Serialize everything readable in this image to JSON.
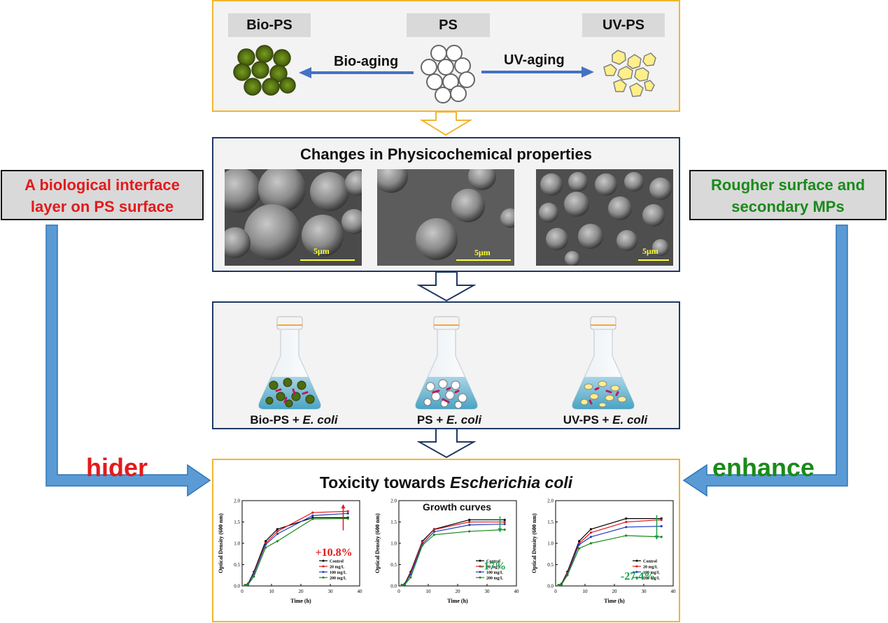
{
  "top_panel": {
    "labels": [
      "Bio-PS",
      "PS",
      "UV-PS"
    ],
    "arrow_left": "Bio-aging",
    "arrow_right": "UV-aging"
  },
  "physchem_panel": {
    "title": "Changes in Physicochemical  properties",
    "scale_label": "5μm"
  },
  "side_left": {
    "text_line1": "A biological interface",
    "text_line2": "layer on PS surface",
    "effect": "hider",
    "color": "#e31a1c"
  },
  "side_right": {
    "text_line1": "Rougher surface and",
    "text_line2": "secondary MPs",
    "effect": "enhance",
    "color": "#1a8a1a"
  },
  "flask_panel": {
    "flasks": [
      {
        "label": "Bio-PS + ",
        "italic": "E. coli"
      },
      {
        "label": "PS + ",
        "italic": "E. coli"
      },
      {
        "label": "UV-PS + ",
        "italic": "E. coli"
      }
    ]
  },
  "toxicity_panel": {
    "title_prefix": "Toxicity towards ",
    "title_italic": "Escherichia coli",
    "chart_title": "Growth curves"
  },
  "chart_data": [
    {
      "type": "line",
      "xlabel": "Time (h)",
      "ylabel": "Optical Density (600 nm)",
      "xlim": [
        0,
        40
      ],
      "ylim": [
        0,
        2.0
      ],
      "xticks": [
        0,
        10,
        20,
        30,
        40
      ],
      "yticks": [
        0.0,
        0.5,
        1.0,
        1.5,
        2.0
      ],
      "annotation": "+10.8%",
      "annotation_color": "#e31a1c",
      "arrow": "up",
      "x": [
        1,
        2,
        4,
        8,
        12,
        24,
        36
      ],
      "series": [
        {
          "name": "Control",
          "color": "#000000",
          "values": [
            0.02,
            0.05,
            0.33,
            1.05,
            1.33,
            1.6,
            1.6
          ]
        },
        {
          "name": "20 mg/L",
          "color": "#e31a1c",
          "values": [
            0.02,
            0.04,
            0.3,
            1.0,
            1.28,
            1.72,
            1.75
          ]
        },
        {
          "name": "100 mg/L",
          "color": "#1f3fbf",
          "values": [
            0.02,
            0.04,
            0.28,
            0.97,
            1.22,
            1.65,
            1.7
          ]
        },
        {
          "name": "200 mg/L",
          "color": "#1a8a1a",
          "values": [
            0.02,
            0.03,
            0.22,
            0.9,
            1.05,
            1.57,
            1.58
          ]
        }
      ]
    },
    {
      "type": "line",
      "xlabel": "Time (h)",
      "ylabel": "Optical Density (600 nm)",
      "xlim": [
        0,
        40
      ],
      "ylim": [
        0,
        2.0
      ],
      "xticks": [
        0,
        10,
        20,
        30,
        40
      ],
      "yticks": [
        0.0,
        0.5,
        1.0,
        1.5,
        2.0
      ],
      "annotation": "-17%",
      "annotation_color": "#1aa04a",
      "arrow": "down",
      "x": [
        1,
        2,
        4,
        8,
        12,
        24,
        36
      ],
      "series": [
        {
          "name": "Control",
          "color": "#000000",
          "values": [
            0.02,
            0.05,
            0.33,
            1.05,
            1.33,
            1.55,
            1.55
          ]
        },
        {
          "name": "20 mg/L",
          "color": "#e31a1c",
          "values": [
            0.02,
            0.04,
            0.3,
            1.03,
            1.32,
            1.5,
            1.5
          ]
        },
        {
          "name": "100 mg/L",
          "color": "#1f3fbf",
          "values": [
            0.02,
            0.04,
            0.27,
            0.98,
            1.27,
            1.43,
            1.45
          ]
        },
        {
          "name": "200 mg/L",
          "color": "#1a8a1a",
          "values": [
            0.02,
            0.03,
            0.2,
            0.95,
            1.2,
            1.28,
            1.32
          ]
        }
      ]
    },
    {
      "type": "line",
      "xlabel": "Time (h)",
      "ylabel": "Optical Density (600 nm)",
      "xlim": [
        0,
        40
      ],
      "ylim": [
        0,
        2.0
      ],
      "xticks": [
        0,
        10,
        20,
        30,
        40
      ],
      "yticks": [
        0.0,
        0.5,
        1.0,
        1.5,
        2.0
      ],
      "annotation": "-27.4%",
      "annotation_color": "#1aa04a",
      "arrow": "down",
      "x": [
        1,
        2,
        4,
        8,
        12,
        24,
        36
      ],
      "series": [
        {
          "name": "Control",
          "color": "#000000",
          "values": [
            0.02,
            0.05,
            0.33,
            1.05,
            1.33,
            1.58,
            1.58
          ]
        },
        {
          "name": "20 mg/L",
          "color": "#e31a1c",
          "values": [
            0.02,
            0.04,
            0.3,
            1.0,
            1.25,
            1.5,
            1.55
          ]
        },
        {
          "name": "100 mg/L",
          "color": "#1f3fbf",
          "values": [
            0.02,
            0.04,
            0.27,
            0.97,
            1.15,
            1.38,
            1.4
          ]
        },
        {
          "name": "200 mg/L",
          "color": "#1a8a1a",
          "values": [
            0.02,
            0.03,
            0.25,
            0.88,
            1.0,
            1.18,
            1.15
          ]
        }
      ]
    }
  ]
}
